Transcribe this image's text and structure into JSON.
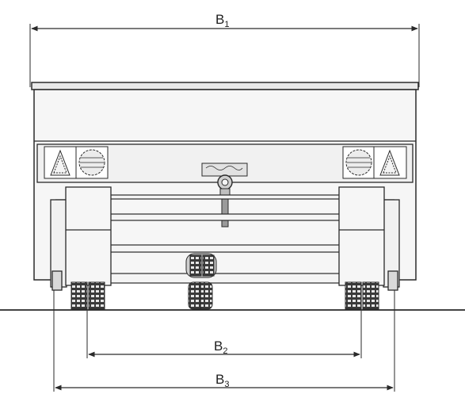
{
  "dimensions": {
    "b1": {
      "letter": "B",
      "sub": "1"
    },
    "b2": {
      "letter": "B",
      "sub": "2"
    },
    "b3": {
      "letter": "B",
      "sub": "3"
    }
  },
  "plate_text": "",
  "colors": {
    "line": "#2a2a2a",
    "body": "#f4f4f4",
    "tire": "#3a3a3a",
    "background": "#ffffff"
  }
}
